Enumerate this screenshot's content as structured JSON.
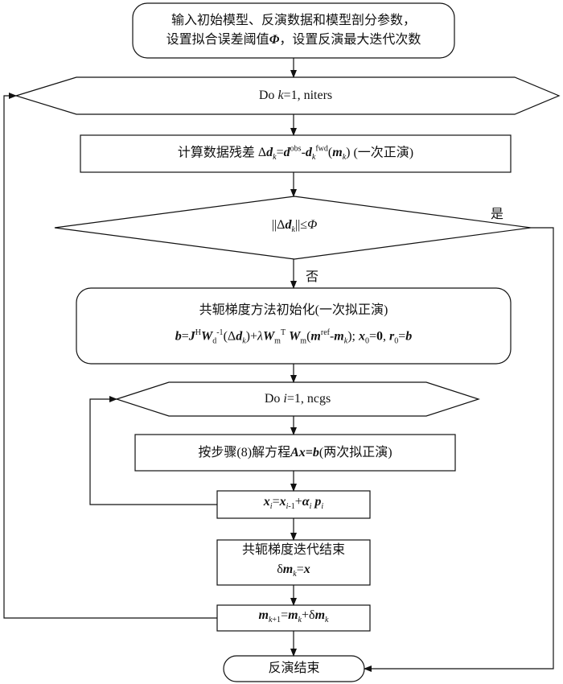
{
  "diagram": {
    "start_line1": "输入初始模型、反演数据和模型剖分参数，",
    "start_line2": "设置拟合误差阈值",
    "start_line2_phi": "Φ",
    "start_line2_rest": "，设置反演最大迭代次数",
    "outer_loop": {
      "do": "Do ",
      "var": "k",
      "range": "=1, niters"
    },
    "residual": {
      "label": "计算数据残差",
      "note": "(一次正演)"
    },
    "decision": {
      "yes": "是",
      "no": "否"
    },
    "cg_init": {
      "title": "共轭梯度方法初始化(一次拟正演)"
    },
    "inner_loop": {
      "do": "Do ",
      "var": "i",
      "range": "=1, ncgs"
    },
    "solve_step": {
      "prefix": "按步骤(8)解方程",
      "eq": "Ax=b",
      "suffix": "(两次拟正演)"
    },
    "cg_end": {
      "title": "共轭梯度迭代结束"
    },
    "end": {
      "label": "反演结束"
    }
  }
}
